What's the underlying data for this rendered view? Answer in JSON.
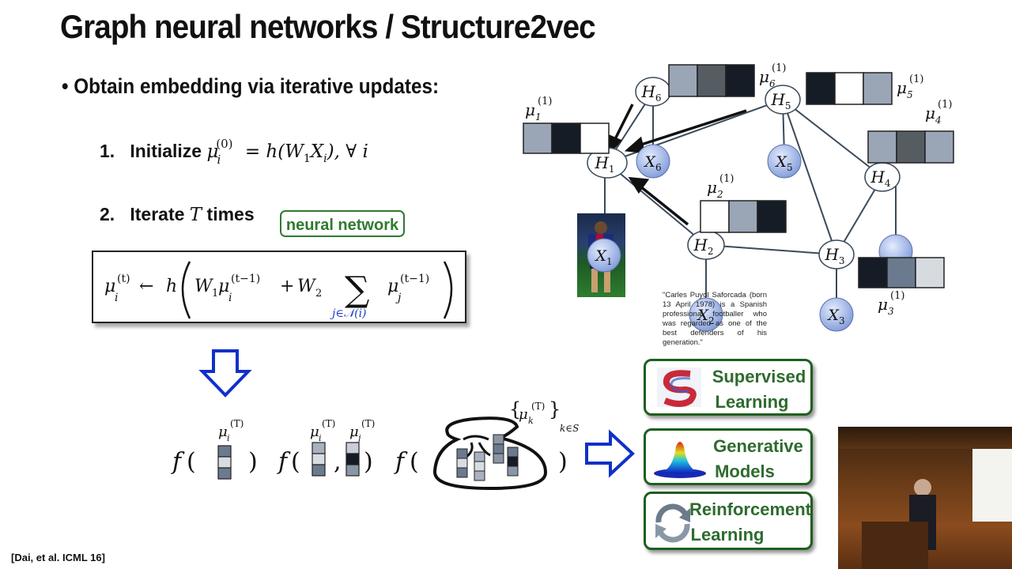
{
  "slide": {
    "title": "Graph neural networks / Structure2vec",
    "bullet": "Obtain embedding via iterative updates:",
    "step1": {
      "num": "1.",
      "label": "Initialize"
    },
    "step2": {
      "num": "2.",
      "label": "Iterate",
      "label_after": "times"
    },
    "neural_network_label": "neural network",
    "citation": "[Dai, et al. ICML 16]"
  },
  "graph": {
    "hidden_nodes": [
      "H1",
      "H2",
      "H3",
      "H4",
      "H5",
      "H6"
    ],
    "observed_nodes": [
      "X1",
      "X2",
      "X3",
      "X5",
      "X6"
    ],
    "embedding_labels": [
      "μ1(1)",
      "μ2(1)",
      "μ3(1)",
      "μ4(1)",
      "μ5(1)",
      "μ6(1)"
    ],
    "quote": "\"Carles Puyol Saforcada (born 13 April 1978) is a Spanish professional footballer who was regarded as one of the best defenders of his generation.\""
  },
  "tasks": {
    "supervised": [
      "Supervised",
      "Learning"
    ],
    "generative": [
      "Generative",
      "Models"
    ],
    "reinforcement": [
      "Reinforcement",
      "Learning"
    ]
  },
  "colors": {
    "node_fill": "#b8c8ec",
    "green_border": "#1f5f1f",
    "green_text": "#2e6b2e",
    "arrow_blue": "#1030c8"
  }
}
